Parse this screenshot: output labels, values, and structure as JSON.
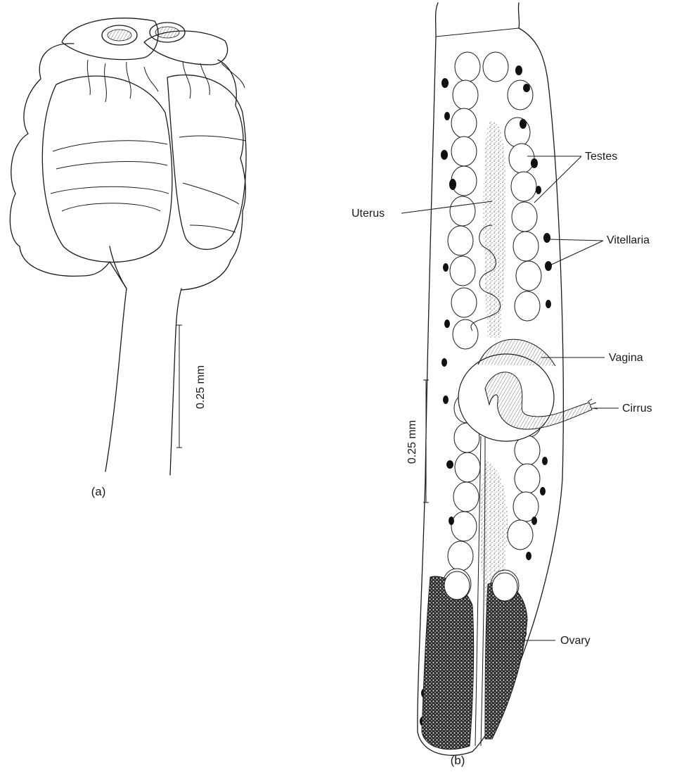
{
  "figure": {
    "panel_a": {
      "caption": "(a)",
      "scale_bar_label": "0.25 mm"
    },
    "panel_b": {
      "caption": "(b)",
      "scale_bar_label": "0.25 mm",
      "labels": {
        "testes": "Testes",
        "uterus": "Uterus",
        "vitellaria": "Vitellaria",
        "vagina": "Vagina",
        "cirrus": "Cirrus",
        "ovary": "Ovary"
      }
    }
  },
  "colors": {
    "ink": "#1a1a1a",
    "paper": "#ffffff"
  }
}
